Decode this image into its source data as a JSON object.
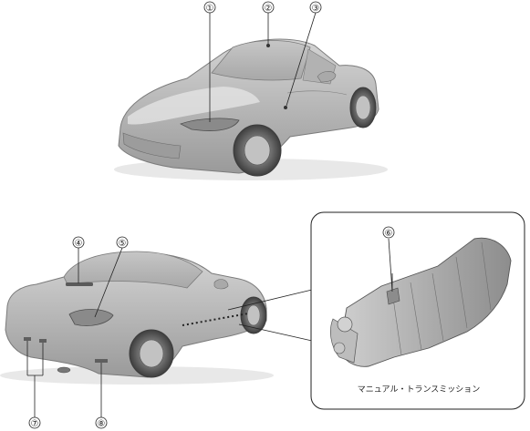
{
  "diagram": {
    "markers": {
      "m1": "①",
      "m2": "②",
      "m3": "③",
      "m4": "④",
      "m5": "⑤",
      "m6": "⑥",
      "m7": "⑦",
      "m8": "⑧"
    },
    "inset_caption": "マニュアル・トランスミッション"
  }
}
